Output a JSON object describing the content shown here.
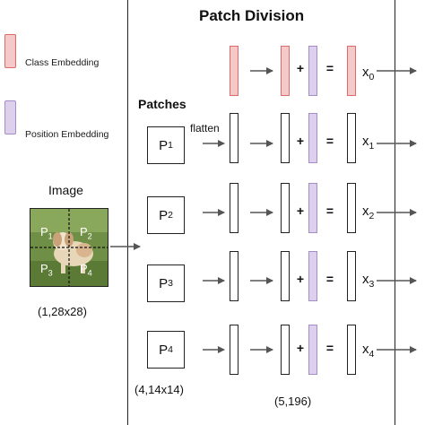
{
  "legend": {
    "class_label": "Class Embedding",
    "position_label": "Position Embedding",
    "class_color": "#f6c9c9",
    "position_color": "#ddd0ec"
  },
  "title": "Patch Division",
  "patches_title": "Patches",
  "flatten_label": "flatten",
  "image_title": "Image",
  "image_dims": "(1,28x28)",
  "patch_dims": "(4,14x14)",
  "output_dims": "(5,196)",
  "image_patch_labels": [
    "P",
    "P",
    "P",
    "P"
  ],
  "image_patch_subs": [
    "1",
    "2",
    "3",
    "4"
  ],
  "patches": [
    {
      "label": "P",
      "sub": "1"
    },
    {
      "label": "P",
      "sub": "2"
    },
    {
      "label": "P",
      "sub": "3"
    },
    {
      "label": "P",
      "sub": "4"
    }
  ],
  "plus_symbol": "+",
  "equals_symbol": "=",
  "outputs": [
    {
      "label": "x",
      "sub": "0"
    },
    {
      "label": "x",
      "sub": "1"
    },
    {
      "label": "x",
      "sub": "2"
    },
    {
      "label": "x",
      "sub": "3"
    },
    {
      "label": "x",
      "sub": "4"
    }
  ]
}
